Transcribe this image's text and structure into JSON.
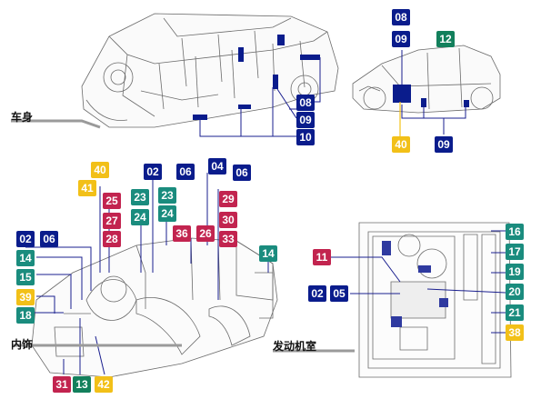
{
  "sections": {
    "body": "车身",
    "interior": "内饰",
    "engine": "发动机室"
  },
  "colors": {
    "blue": "#0a1c8c",
    "red": "#c2244f",
    "green": "#13805c",
    "teal": "#1a8c7e",
    "yellow": "#f2c018",
    "line": "#1a1f8f"
  },
  "badges": {
    "b01": {
      "num": "08",
      "color": "blue"
    },
    "b02": {
      "num": "09",
      "color": "blue"
    },
    "b03": {
      "num": "12",
      "color": "green"
    },
    "b04": {
      "num": "08",
      "color": "blue"
    },
    "b05": {
      "num": "09",
      "color": "blue"
    },
    "b06": {
      "num": "10",
      "color": "blue"
    },
    "b07": {
      "num": "40",
      "color": "yellow"
    },
    "b08": {
      "num": "09",
      "color": "blue"
    },
    "b09": {
      "num": "40",
      "color": "yellow"
    },
    "b10": {
      "num": "41",
      "color": "yellow"
    },
    "b11": {
      "num": "02",
      "color": "blue"
    },
    "b12": {
      "num": "06",
      "color": "blue"
    },
    "b13": {
      "num": "04",
      "color": "blue"
    },
    "b14": {
      "num": "06",
      "color": "blue"
    },
    "b15": {
      "num": "25",
      "color": "red"
    },
    "b16": {
      "num": "23",
      "color": "teal"
    },
    "b17": {
      "num": "23",
      "color": "teal"
    },
    "b18": {
      "num": "29",
      "color": "red"
    },
    "b19": {
      "num": "27",
      "color": "red"
    },
    "b20": {
      "num": "24",
      "color": "teal"
    },
    "b21": {
      "num": "24",
      "color": "teal"
    },
    "b22": {
      "num": "30",
      "color": "red"
    },
    "b23": {
      "num": "28",
      "color": "red"
    },
    "b24": {
      "num": "36",
      "color": "red"
    },
    "b25": {
      "num": "26",
      "color": "red"
    },
    "b26": {
      "num": "33",
      "color": "red"
    },
    "b27": {
      "num": "02",
      "color": "blue"
    },
    "b28": {
      "num": "06",
      "color": "blue"
    },
    "b29": {
      "num": "14",
      "color": "teal"
    },
    "b30": {
      "num": "14",
      "color": "teal"
    },
    "b31": {
      "num": "15",
      "color": "teal"
    },
    "b32": {
      "num": "39",
      "color": "yellow"
    },
    "b33": {
      "num": "18",
      "color": "teal"
    },
    "b34": {
      "num": "31",
      "color": "red"
    },
    "b35": {
      "num": "13",
      "color": "green"
    },
    "b36": {
      "num": "42",
      "color": "yellow"
    },
    "b37": {
      "num": "11",
      "color": "red"
    },
    "b38": {
      "num": "02",
      "color": "blue"
    },
    "b39": {
      "num": "05",
      "color": "blue"
    },
    "b40": {
      "num": "16",
      "color": "teal"
    },
    "b41": {
      "num": "17",
      "color": "teal"
    },
    "b42": {
      "num": "19",
      "color": "teal"
    },
    "b43": {
      "num": "20",
      "color": "teal"
    },
    "b44": {
      "num": "21",
      "color": "teal"
    },
    "b45": {
      "num": "38",
      "color": "yellow"
    }
  }
}
